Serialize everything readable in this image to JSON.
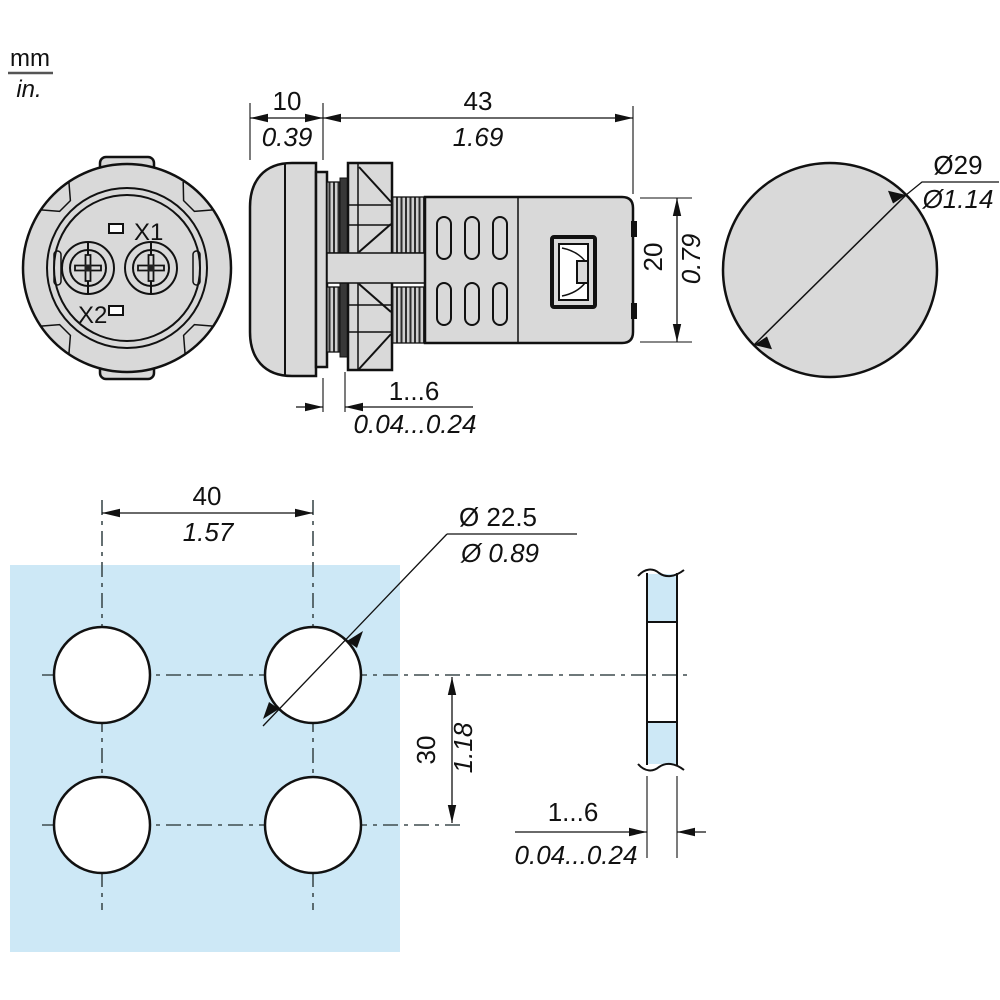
{
  "units": {
    "metric": "mm",
    "imperial": "in."
  },
  "colors": {
    "part_gray": "#d9d9d9",
    "panel_blue": "#cde8f6",
    "line": "#111111",
    "centerline": "#3f4c4f"
  },
  "front_view": {
    "terminal_top": "X1",
    "terminal_bottom": "X2"
  },
  "side_view": {
    "lens_width": {
      "mm": "10",
      "in": "0.39"
    },
    "body_length": {
      "mm": "43",
      "in": "1.69"
    },
    "body_height": {
      "mm": "20",
      "in": "0.79"
    },
    "panel_gap": {
      "mm": "1...6",
      "in": "0.04...0.24"
    }
  },
  "bezel": {
    "diameter": {
      "mm": "Ø29",
      "in": "Ø1.14"
    }
  },
  "drill": {
    "h_spacing": {
      "mm": "40",
      "in": "1.57"
    },
    "v_spacing": {
      "mm": "30",
      "in": "1.18"
    },
    "hole_diameter": {
      "mm": "Ø 22.5",
      "in": "Ø 0.89"
    },
    "panel_thickness": {
      "mm": "1...6",
      "in": "0.04...0.24"
    }
  }
}
